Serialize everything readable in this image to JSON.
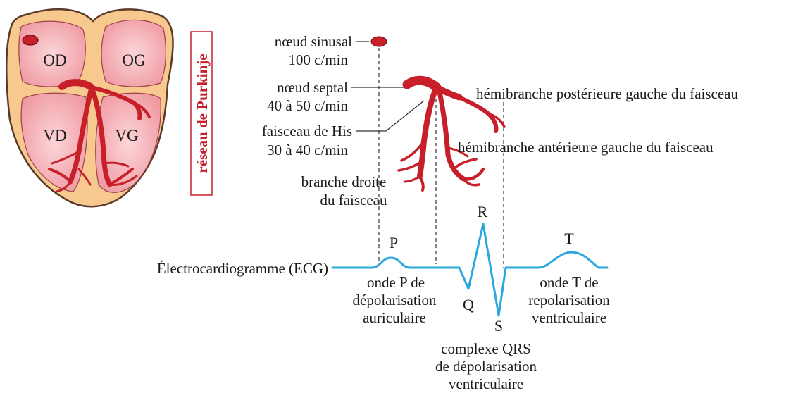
{
  "heart": {
    "chambers": {
      "od": "OD",
      "og": "OG",
      "vd": "VD",
      "vg": "VG"
    },
    "purkinje_label": "réseau de Purkinje"
  },
  "nodes": {
    "sinus_name": "nœud sinusal",
    "sinus_rate": "100 c/min",
    "septal_name": "nœud septal",
    "septal_rate": "40 à 50 c/min",
    "his_name": "faisceau de His",
    "his_rate": "30 à 40 c/min",
    "right_branch_line1": "branche droite",
    "right_branch_line2": "du faisceau",
    "post_hemibranch": "hémibranche postérieure gauche du faisceau",
    "ant_hemibranch": "hémibranche antérieure gauche du faisceau"
  },
  "ecg": {
    "label": "Électrocardiogramme (ECG)",
    "p": "P",
    "q": "Q",
    "r": "R",
    "s": "S",
    "t": "T",
    "p_desc": [
      "onde P de",
      "dépolarisation",
      "auriculaire"
    ],
    "qrs_desc": [
      "complexe QRS",
      "de dépolarisation",
      "ventriculaire"
    ],
    "t_desc": [
      "onde T de",
      "repolarisation",
      "ventriculaire"
    ]
  },
  "colors": {
    "conduction": "#c8202a",
    "heart_outer": "#f7c98f",
    "heart_inner": "#f2a7ad",
    "ecg_line": "#2aa7de"
  }
}
